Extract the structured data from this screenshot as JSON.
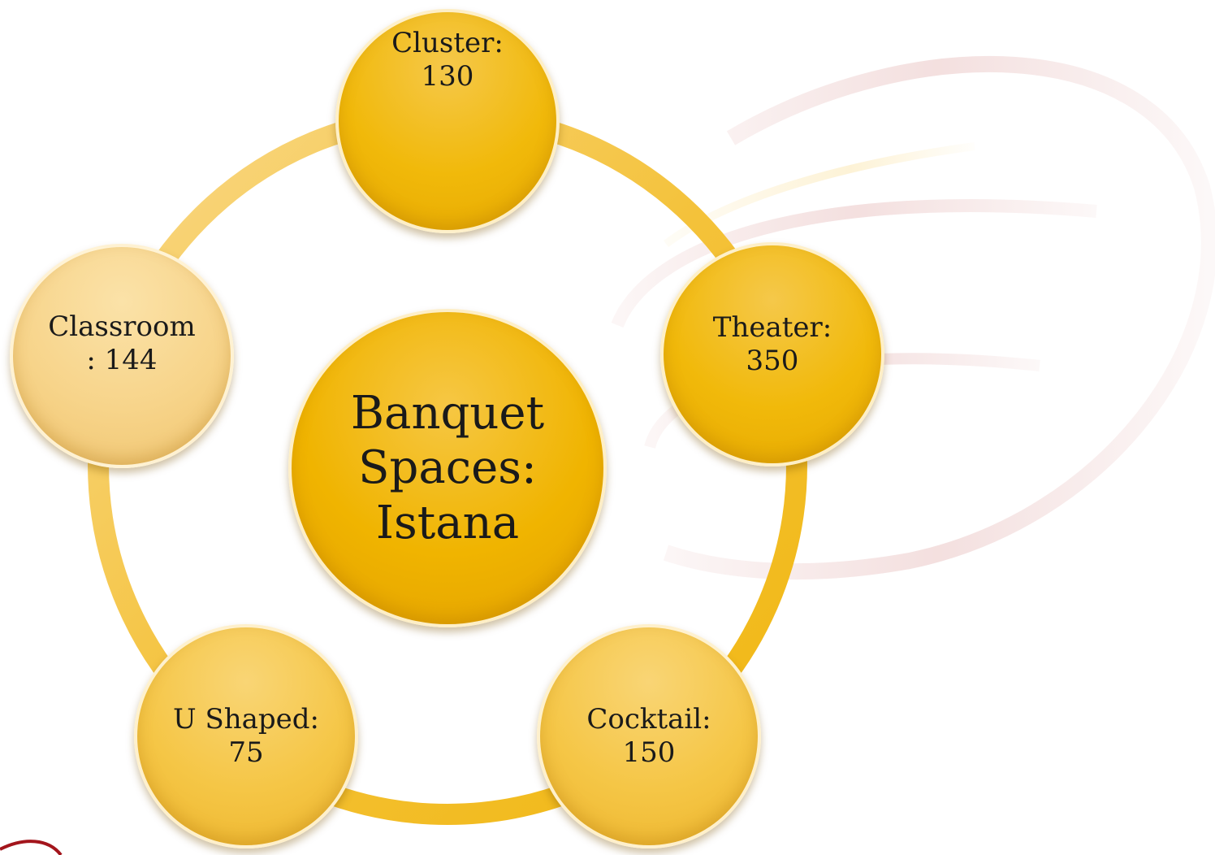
{
  "diagram": {
    "center": {
      "label": "Banquet\nSpaces:\nIstana"
    },
    "nodes": [
      {
        "id": "cluster",
        "label": "Cluster:\n130"
      },
      {
        "id": "theater",
        "label": "Theater:\n350"
      },
      {
        "id": "cocktail",
        "label": "Cocktail:\n150"
      },
      {
        "id": "u-shaped",
        "label": "U Shaped:\n75"
      },
      {
        "id": "classroom",
        "label": "Classroom\n: 144"
      }
    ]
  },
  "colors": {
    "gold": "#f1b90a",
    "gold_light": "#f7d48a",
    "ring": "#f5c646",
    "swoosh": "#c0504d"
  }
}
